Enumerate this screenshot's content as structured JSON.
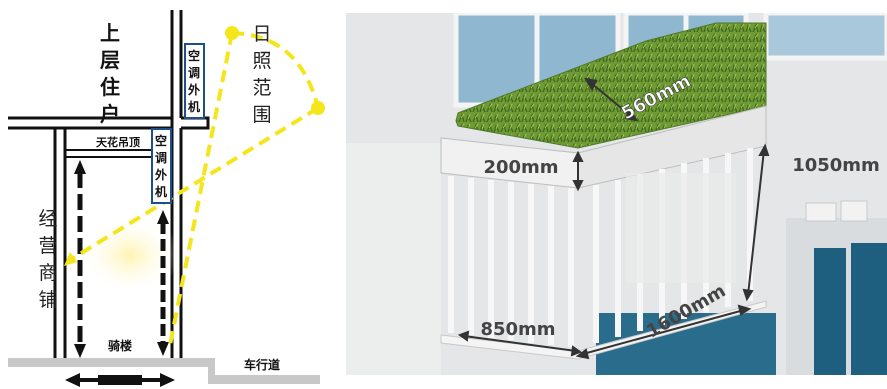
{
  "left_diagram": {
    "upper_residence": [
      "上",
      "层",
      "住",
      "户"
    ],
    "ac_unit_upper": [
      "空",
      "调",
      "外",
      "机"
    ],
    "sunlight_range": [
      "日",
      "照",
      "范",
      "围"
    ],
    "ceiling": "天花吊顶",
    "ac_unit_lower": [
      "空",
      "调",
      "外",
      "机"
    ],
    "shop": [
      "经",
      "营",
      "商",
      "铺"
    ],
    "arcade": "骑楼",
    "roadway": "车行道",
    "colors": {
      "sun_path": "#f5e51b",
      "wall": "#111111",
      "ground": "#c8c8c8",
      "ac_box": "#1f4e8c"
    }
  },
  "right_diagram": {
    "dim_depth": "560mm",
    "dim_planter_height": "200mm",
    "dim_cage_height": "1050mm",
    "dim_length": "1600mm",
    "dim_width": "850mm",
    "colors": {
      "grass": "#6f9a35",
      "wall": "#e4e6e8",
      "window": "#8fb7d0"
    }
  }
}
